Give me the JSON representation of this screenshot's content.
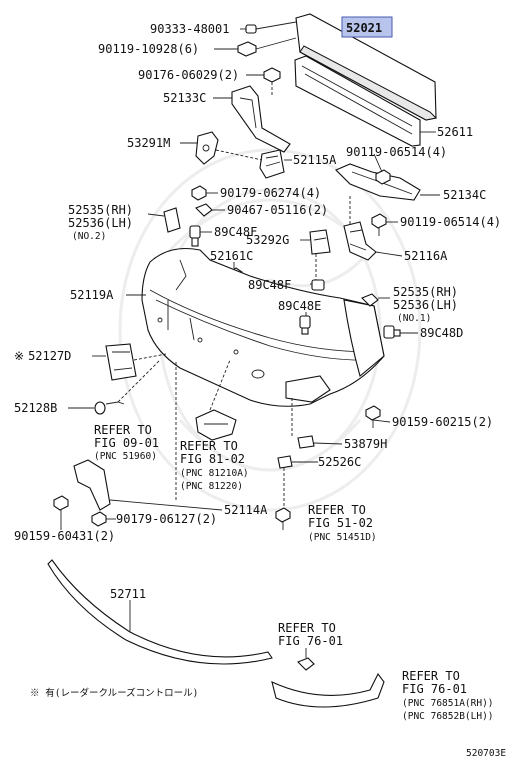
{
  "labels": {
    "p90333": "90333-48001",
    "p52021": "52021",
    "p90119a": "90119-10928(6)",
    "p90176": "90176-06029(2)",
    "p52133c": "52133C",
    "p52611": "52611",
    "p53291m": "53291M",
    "p52115a": "52115A",
    "p90119b": "90119-06514(4)",
    "p52134c": "52134C",
    "p90179a": "90179-06274(4)",
    "p52535a": "52535(RH)",
    "p52536a": "52536(LH)",
    "no2": "(NO.2)",
    "p90467": "90467-05116(2)",
    "p90119c": "90119-06514(4)",
    "p89c48f_a": "89C48F",
    "p53292g": "53292G",
    "p52116a": "52116A",
    "p52161c": "52161C",
    "p52119a": "52119A",
    "p89c48f_b": "89C48F",
    "p89c48e": "89C48E",
    "p52535b": "52535(RH)",
    "p52536b": "52536(LH)",
    "no1": "(NO.1)",
    "p89c48d": "89C48D",
    "p52127d": "52127D",
    "p52127d_mark": "※",
    "p52128b": "52128B",
    "p90159a": "90159-60215(2)",
    "ref1_a": "REFER TO",
    "ref1_b": "FIG 09-01",
    "ref1_c": "(PNC 51960)",
    "ref2_a": "REFER TO",
    "ref2_b": "FIG 81-02",
    "ref2_c": "(PNC 81210A)",
    "ref2_d": "(PNC 81220)",
    "p53879h": "53879H",
    "p52526c": "52526C",
    "p52114a": "52114A",
    "ref3_a": "REFER TO",
    "ref3_b": "FIG 51-02",
    "ref3_c": "(PNC 51451D)",
    "p90179b": "90179-06127(2)",
    "p90159b": "90159-60431(2)",
    "p52711": "52711",
    "ref4_a": "REFER TO",
    "ref4_b": "FIG 76-01",
    "ref5_a": "REFER TO",
    "ref5_b": "FIG 76-01",
    "ref5_c": "(PNC 76851A(RH))",
    "ref5_d": "(PNC 76852B(LH))",
    "note": "※ 有(レーダークルーズコントロール)",
    "code": "520703E"
  },
  "colors": {
    "highlight": "#b8c4ec",
    "line": "#222222"
  }
}
